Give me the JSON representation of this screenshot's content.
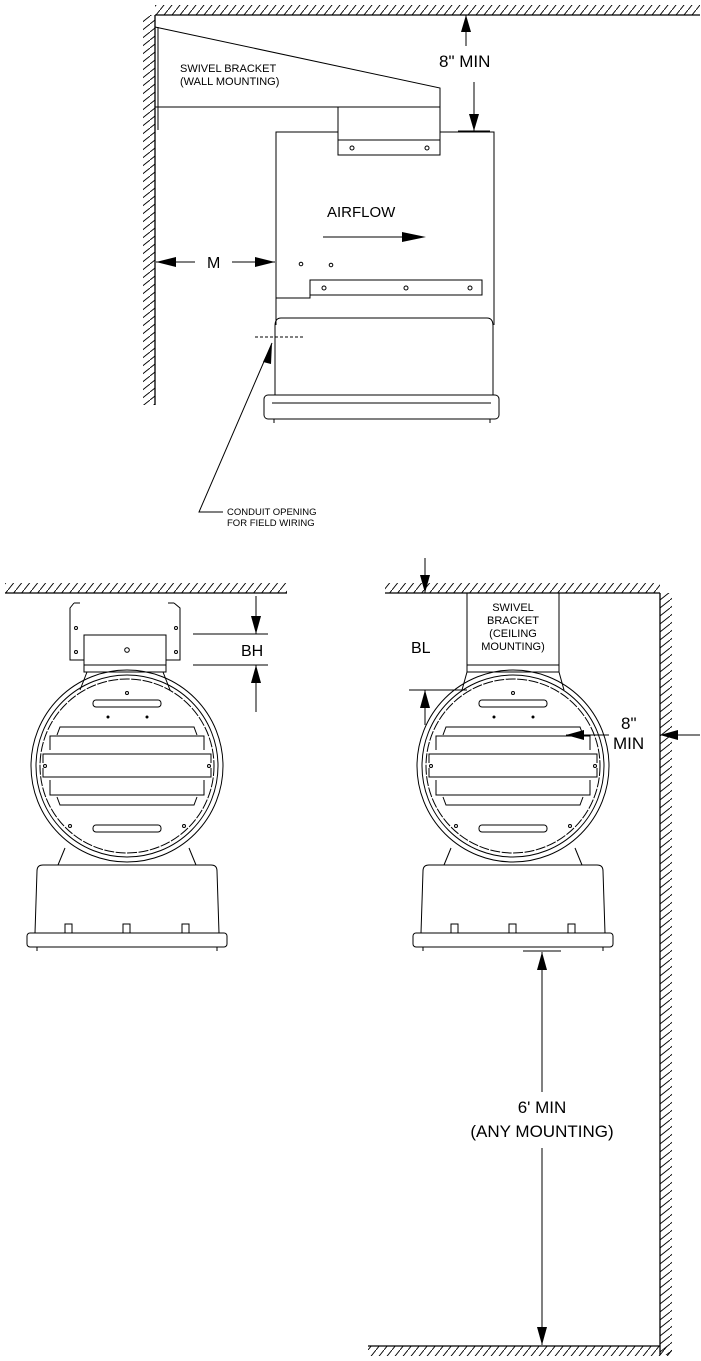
{
  "wall_view": {
    "bracket_label_line1": "SWIVEL BRACKET",
    "bracket_label_line2": "(WALL MOUNTING)",
    "top_clearance": "8\" MIN",
    "airflow": "AIRFLOW",
    "side_dim": "M",
    "conduit_line1": "CONDUIT OPENING",
    "conduit_line2": "FOR FIELD WIRING"
  },
  "front_view": {
    "bracket_height": "BH"
  },
  "ceiling_view": {
    "bracket_length": "BL",
    "bracket_label_line1": "SWIVEL",
    "bracket_label_line2": "BRACKET",
    "bracket_label_line3": "(CEILING",
    "bracket_label_line4": "MOUNTING)",
    "side_clearance_line1": "8\"",
    "side_clearance_line2": "MIN",
    "floor_clearance_line1": "6' MIN",
    "floor_clearance_line2": "(ANY MOUNTING)"
  },
  "colors": {
    "line": "#000000",
    "background": "#ffffff"
  }
}
